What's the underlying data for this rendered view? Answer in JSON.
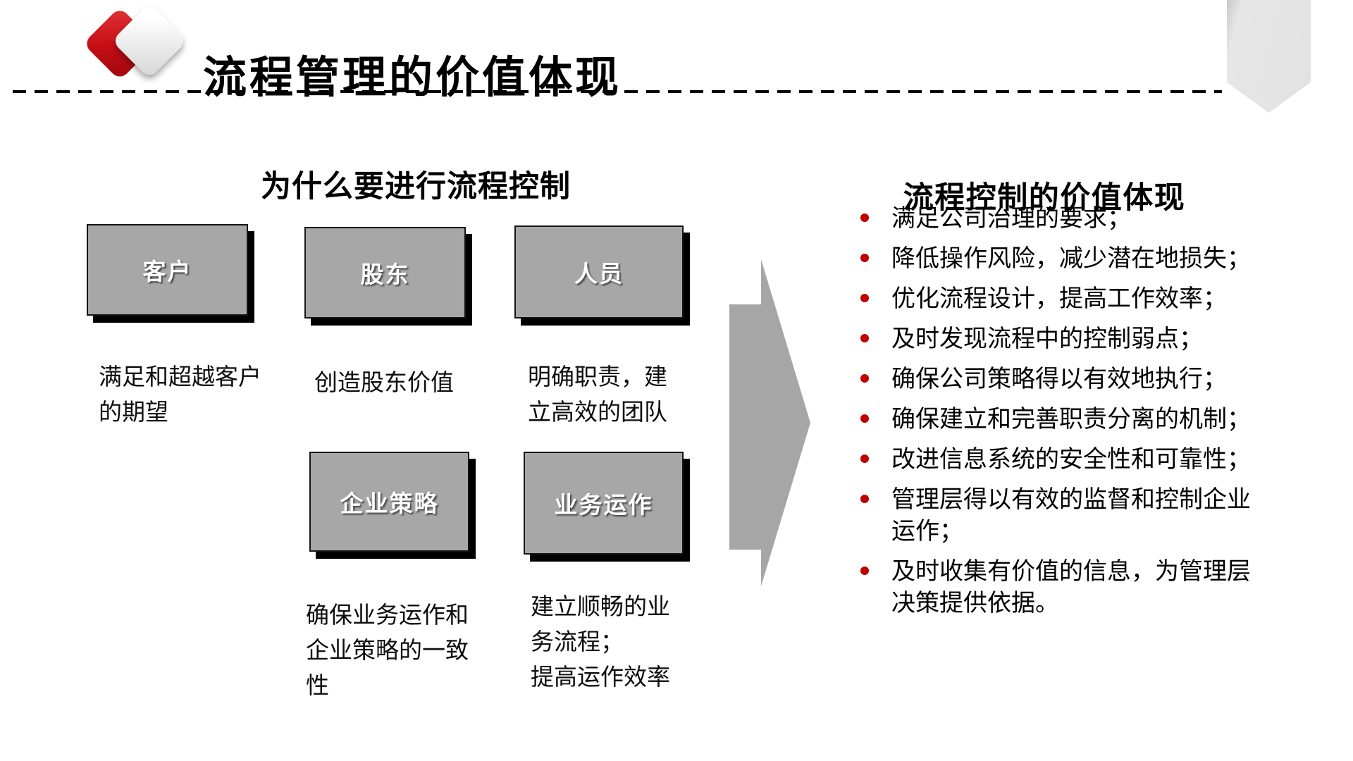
{
  "slide": {
    "title": "流程管理的价值体现",
    "left_panel": {
      "heading": "为什么要进行流程控制",
      "boxes": [
        {
          "label": "客户",
          "desc": "满足和超越客户\n的期望"
        },
        {
          "label": "股东",
          "desc": "创造股东价值"
        },
        {
          "label": "人员",
          "desc": "明确职责，建\n立高效的团队"
        },
        {
          "label": "企业策略",
          "desc": "确保业务运作和\n企业策略的一致\n性"
        },
        {
          "label": "业务运作",
          "desc": "建立顺畅的业\n务流程；\n提高运作效率"
        }
      ]
    },
    "right_panel": {
      "heading": "流程控制的价值体现",
      "bullets": [
        "满足公司治理的要求；",
        "降低操作风险，减少潜在地损失；",
        "优化流程设计，提高工作效率；",
        "及时发现流程中的控制弱点；",
        "确保公司策略得以有效地执行；",
        "确保建立和完善职责分离的机制；",
        "改进信息系统的安全性和可靠性；",
        "管理层得以有效的监督和控制企业运作；",
        "及时收集有价值的信息，为管理层决策提供依据。"
      ]
    },
    "colors": {
      "accent_red": "#c00000",
      "logo_red": "#c50d14",
      "box_gray": "#a7a7a7",
      "arrow_gray": "#a6a6a6",
      "bookmark_gray": "#e2e2e2"
    }
  }
}
